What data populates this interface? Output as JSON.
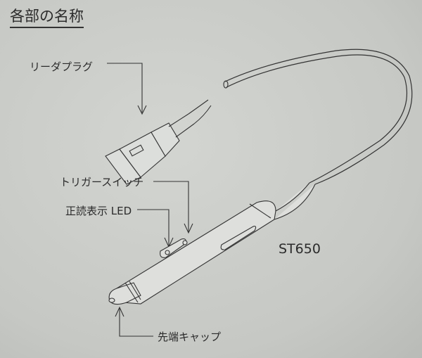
{
  "title": "各部の名称",
  "labels": {
    "reader_plug": "リーダプラグ",
    "trigger_switch": "トリガースイッチ",
    "read_led": "正読表示 LED",
    "tip_cap": "先端キャップ"
  },
  "model": "ST650"
}
